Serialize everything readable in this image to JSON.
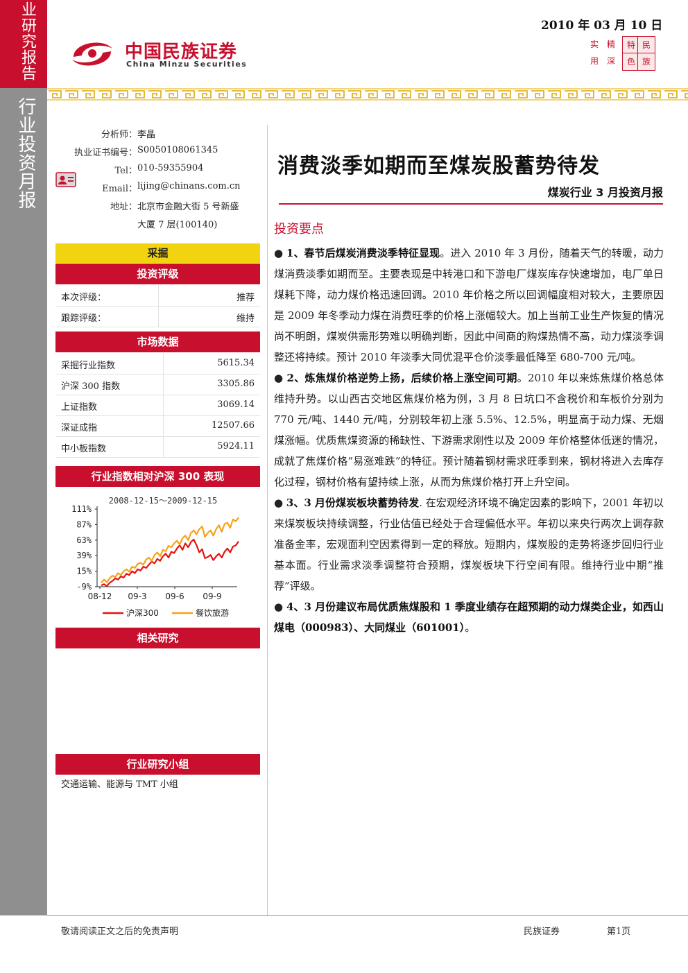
{
  "sidebar": {
    "top_label": "业研究报告",
    "section_label": "行业投资月报"
  },
  "header": {
    "logo_cn": "中国民族证券",
    "logo_en": "China Minzu Securities",
    "date": "2010 年 03 月 10 日",
    "seal_chars": [
      "实",
      "精",
      "特",
      "民",
      "用",
      "深",
      "色",
      "族"
    ]
  },
  "analyst": {
    "rows": [
      {
        "label": "分析师：",
        "value": "李晶"
      },
      {
        "label": "执业证书编号：",
        "value": "S0050108061345"
      },
      {
        "label": "Tel：",
        "value": "010-59355904"
      },
      {
        "label": "Email：",
        "value": "lijing@chinans.com.cn"
      },
      {
        "label": "地址：",
        "value": "北京市金融大街 5 号新盛"
      },
      {
        "label": "",
        "value": "大厦 7 层(100140)"
      }
    ]
  },
  "rating": {
    "sector": "采掘",
    "header": "投资评级",
    "rows": [
      {
        "label": "本次评级：",
        "value": "推荐"
      },
      {
        "label": "跟踪评级：",
        "value": "维持"
      }
    ]
  },
  "market": {
    "header": "市场数据",
    "rows": [
      {
        "label": "采掘行业指数",
        "value": "5615.34"
      },
      {
        "label": "沪深 300 指数",
        "value": "3305.86"
      },
      {
        "label": "上证指数",
        "value": "3069.14"
      },
      {
        "label": "深证成指",
        "value": "12507.66"
      },
      {
        "label": "中小板指数",
        "value": "5924.11"
      }
    ]
  },
  "perf": {
    "header": "行业指数相对沪深 300 表现"
  },
  "chart_data": {
    "type": "line",
    "title": "2008-12-15～2009-12-15",
    "x_ticks": [
      "08-12",
      "09-3",
      "09-6",
      "09-9"
    ],
    "y_ticks": [
      "111%",
      "87%",
      "63%",
      "39%",
      "15%",
      "-9%"
    ],
    "ylim": [
      -9,
      111
    ],
    "series": [
      {
        "name": "沪深300",
        "color": "#e3130f",
        "values": [
          -7,
          -5,
          -8,
          -3,
          0,
          4,
          2,
          7,
          5,
          11,
          9,
          15,
          12,
          18,
          16,
          22,
          20,
          25,
          30,
          27,
          34,
          31,
          38,
          42,
          36,
          45,
          43,
          50,
          55,
          48,
          58,
          52,
          60,
          64,
          55,
          44,
          49,
          35,
          37,
          40,
          32,
          38,
          42,
          36,
          45,
          50,
          44,
          53,
          55,
          61
        ]
      },
      {
        "name": "餐饮旅游",
        "color": "#f5a11a",
        "values": [
          -3,
          2,
          -2,
          4,
          8,
          6,
          12,
          9,
          15,
          18,
          14,
          22,
          20,
          26,
          28,
          25,
          33,
          36,
          31,
          40,
          44,
          38,
          48,
          46,
          54,
          52,
          58,
          62,
          56,
          66,
          70,
          63,
          74,
          78,
          72,
          80,
          84,
          68,
          74,
          78,
          70,
          80,
          86,
          76,
          88,
          90,
          82,
          95,
          92,
          98
        ]
      }
    ]
  },
  "related": {
    "header": "相关研究"
  },
  "group": {
    "header": "行业研究小组",
    "text": "交通运输、能源与 TMT 小组"
  },
  "main": {
    "title": "消费淡季如期而至煤炭股蓄势待发",
    "subtitle": "煤炭行业 3 月投资月报",
    "section": "投资要点",
    "points": [
      {
        "bullet": "●",
        "lead": "1、春节后煤炭消费淡季特征显现",
        "text": "。进入 2010 年 3 月份，随着天气的转暖，动力煤消费淡季如期而至。主要表现是中转港口和下游电厂煤炭库存快速增加，电厂单日煤耗下降，动力煤价格迅速回调。2010 年价格之所以回调幅度相对较大，主要原因是 2009 年冬季动力煤在消费旺季的价格上涨幅较大。加上当前工业生产恢复的情况尚不明朗，煤炭供需形势难以明确判断，因此中间商的购煤热情不高，动力煤淡季调整还将持续。预计 2010 年淡季大同优混平仓价淡季最低降至 680-700 元/吨。"
      },
      {
        "bullet": "●",
        "lead": "2、炼焦煤价格逆势上扬，后续价格上涨空间可期",
        "text": "。2010 年以来炼焦煤价格总体维持升势。以山西古交地区焦煤价格为例，3 月 8 日坑口不含税价和车板价分别为 770 元/吨、1440 元/吨，分别较年初上涨 5.5%、12.5%，明显高于动力煤、无烟煤涨幅。优质焦煤资源的稀缺性、下游需求刚性以及 2009 年价格整体低迷的情况，成就了焦煤价格“易涨难跌”的特征。预计随着钢材需求旺季到来，钢材将进入去库存化过程，钢材价格有望持续上涨，从而为焦煤价格打开上升空间。"
      },
      {
        "bullet": "●",
        "lead": "3、3 月份煤炭板块蓄势待发",
        "text": ". 在宏观经济环境不确定因素的影响下，2001 年初以来煤炭板块持续调整，行业估值已经处于合理偏低水平。年初以来央行两次上调存款准备金率，宏观面利空因素得到一定的释放。短期内，煤炭股的走势将逐步回归行业基本面。行业需求淡季调整符合预期，煤炭板块下行空间有限。维持行业中期“推荐”评级。"
      },
      {
        "bullet": "●",
        "lead": "4、3 月份建议布局优质焦煤股和 1 季度业绩存在超预期的动力煤类企业，如西山煤电（000983）、大同煤业（601001）",
        "text": "。"
      }
    ]
  },
  "footer": {
    "disclaimer": "敬请阅读正文之后的免责声明",
    "company": "民族证券",
    "page": "第1页"
  }
}
